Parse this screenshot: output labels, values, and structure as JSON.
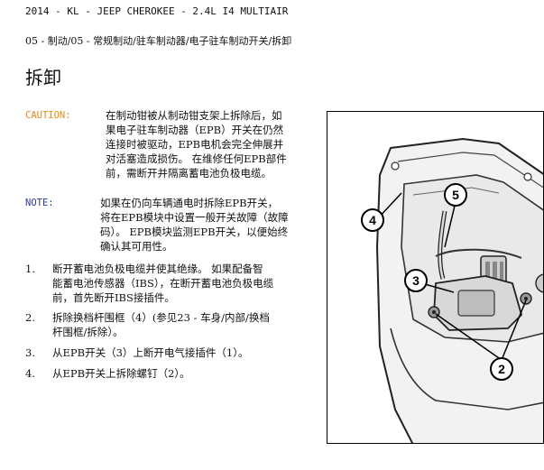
{
  "header": {
    "vehicle": "2014 - KL - JEEP CHEROKEE - 2.4L I4 MULTIAIR"
  },
  "breadcrumb": {
    "path": "05 - 制动/05 - 常规制动/驻车制动器/电子驻车制动开关/拆卸"
  },
  "page": {
    "title": "拆卸"
  },
  "caution": {
    "label": "CAUTION:",
    "text": "在制动钳被从制动钳支架上拆除后，如\n果电子驻车制动器（EPB）开关在仍然\n连接时被驱动，EPB电机会完全伸展并\n对活塞造成损伤。 在维修任何EPB部件\n前，需断开并隔离蓄电池负极电缆。"
  },
  "note": {
    "label": "NOTE:",
    "text": "如果在仍向车辆通电时拆除EPB开关，\n将在EPB模块中设置一般开关故障（故障\n码）。 EPB模块监测EPB开关，以便始终\n确认其可用性。"
  },
  "steps": [
    {
      "num": "1.",
      "text": "断开蓄电池负极电缆并使其绝缘。 如果配备智\n能蓄电池传感器（IBS），在断开蓄电池负极电缆\n前，首先断开IBS接插件。"
    },
    {
      "num": "2.",
      "text": "拆除换档杆围框（4）(参见23 - 车身/内部/换档\n杆围框/拆除）。"
    },
    {
      "num": "3.",
      "text": "从EPB开关（3）上断开电气接插件（1）。"
    },
    {
      "num": "4.",
      "text": "从EPB开关上拆除螺钉（2）。"
    }
  ],
  "figure": {
    "callouts": [
      "4",
      "5",
      "3",
      "2"
    ]
  }
}
